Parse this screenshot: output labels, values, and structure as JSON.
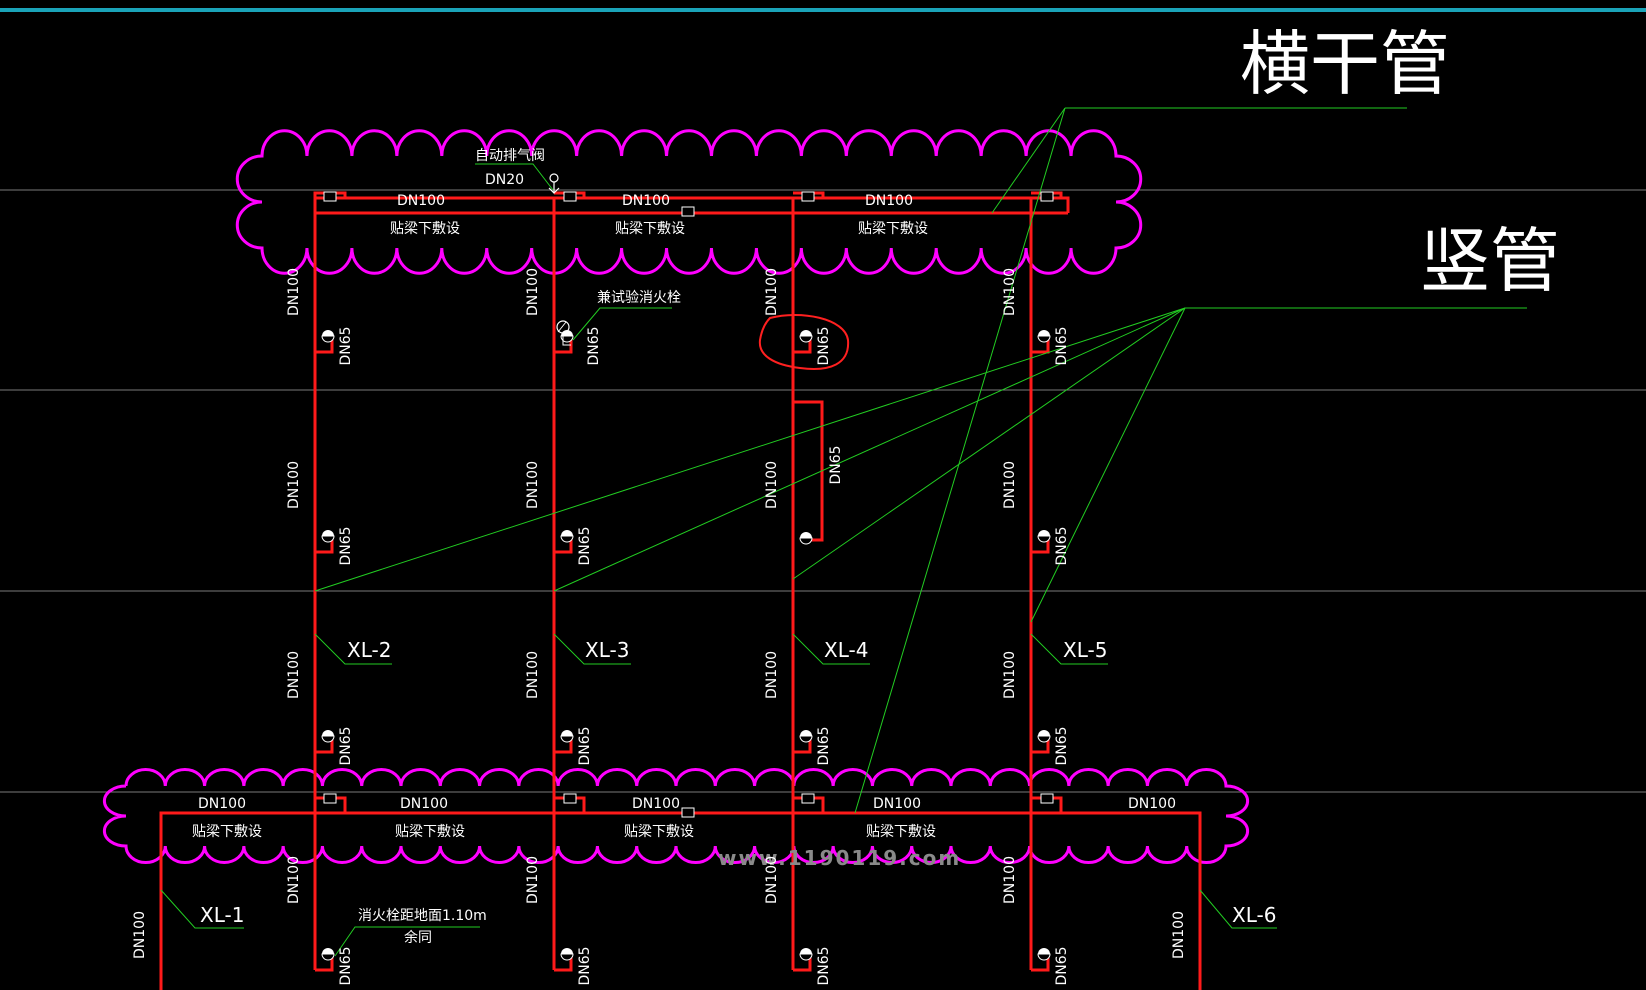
{
  "colors": {
    "background": "#000000",
    "pipe": "#ff1a1a",
    "cloud": "#ff00ff",
    "leader": "#22cc22",
    "text": "#ffffff",
    "grid": "#7a7a7a",
    "topbar": "#1aa3b8",
    "watermark": "#8a8a8a",
    "highlight": "#ff2020"
  },
  "callouts": {
    "horizontal_main": "横干管",
    "riser": "竖管"
  },
  "labels": {
    "auto_vent": "自动排气阀",
    "auto_vent_size": "DN20",
    "along_beam": "贴梁下敷设",
    "test_hydrant": "兼试验消火栓",
    "hydrant_height_line1": "消火栓距地面1.10m",
    "hydrant_height_line2": "余同",
    "pipe_dn100": "DN100",
    "pipe_dn65": "DN65"
  },
  "risers": [
    {
      "id": "XL-1"
    },
    {
      "id": "XL-2"
    },
    {
      "id": "XL-3"
    },
    {
      "id": "XL-4"
    },
    {
      "id": "XL-5"
    },
    {
      "id": "XL-6"
    }
  ],
  "watermark": "www.1190119.com"
}
